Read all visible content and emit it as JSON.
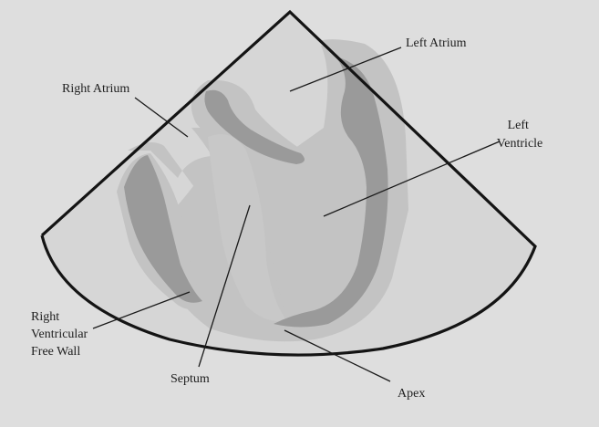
{
  "labels": {
    "left_atrium": "Left Atrium",
    "right_atrium": "Right Atrium",
    "left_ventricle_line1": "Left",
    "left_ventricle_line2": "Ventricle",
    "rv_free_wall_line1": "Right",
    "rv_free_wall_line2": "Ventricular",
    "rv_free_wall_line3": "Free Wall",
    "septum": "Septum",
    "apex": "Apex"
  },
  "colors": {
    "background": "#dedede",
    "sector_fill": "#d6d6d6",
    "outer_halo": "#c3c3c3",
    "myocardium": "#9a9a9a",
    "septum_tissue": "#c8c8c8",
    "outline": "#141414"
  }
}
